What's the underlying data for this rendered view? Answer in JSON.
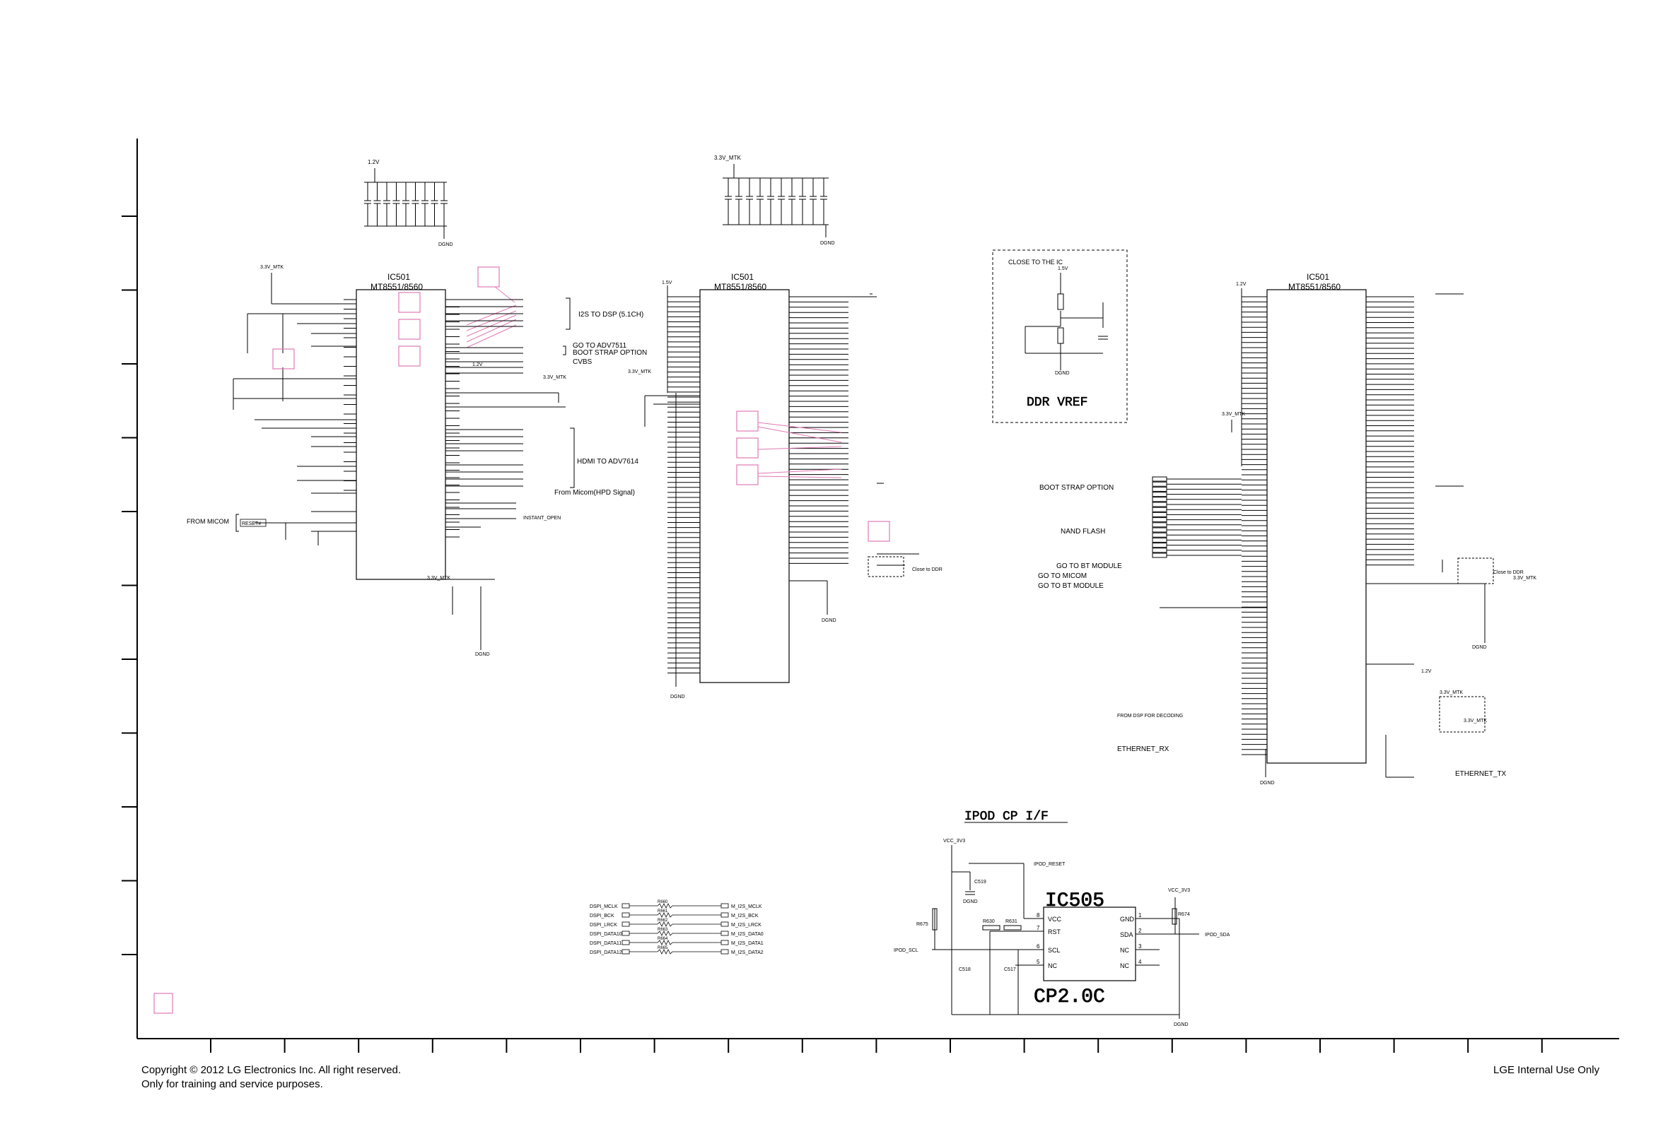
{
  "title_blocks": {
    "ic501_a": {
      "ref": "IC501",
      "part": "MT8551/8560"
    },
    "ic501_b": {
      "ref": "IC501",
      "part": "MT8551/8560"
    },
    "ic501_c": {
      "ref": "IC501",
      "part": "MT8551/8560"
    },
    "ic505": {
      "ref": "IC505",
      "sub": "CP2.0C"
    }
  },
  "rails": {
    "v12": "1.2V",
    "v33_mtk": "3.3V_MTK",
    "v15": "1.5V",
    "dgnd": "DGND",
    "vcc_3v3": "VCC_3V3"
  },
  "labels": {
    "i2s_to_dsp": "I2S TO DSP (5.1CH)",
    "go_to_adv7511": "GO TO ADV7511",
    "boot_strap_option_1": "BOOT STRAP OPTION",
    "cvbs": "CVBS",
    "hdmi_to_adv": "HDMI TO ADV7614",
    "from_micom_hpd": "From Micom(HPD Signal)",
    "from_micom": "FROM MICOM",
    "reset": "RESET#",
    "close_to_ic": "CLOSE TO THE IC",
    "ddr_vref": "DDR VREF",
    "boot_strap_option_2": "BOOT STRAP OPTION",
    "nand_flash": "NAND FLASH",
    "go_to_bt_module_1": "GO TO BT MODULE",
    "go_to_micom": "GO TO MICOM",
    "go_to_bt_module_2": "GO TO BT MODULE",
    "from_dsp_decoding": "FROM DSP FOR DECODING",
    "ethernet_rx": "ETHERNET_RX",
    "ethernet_tx": "ETHERNET_TX",
    "close_to_ddr_1": "Close to DDR",
    "close_to_ddr_2": "Close to DDR",
    "ipod_cp_if": "IPOD CP I/F",
    "ipod_reset": "IPOD_RESET",
    "ipod_sda": "IPOD_SDA",
    "ipod_scl": "IPOD_SCL",
    "instant_open": "INSTANT_OPEN",
    "ic505_pins": [
      "VCC",
      "RST",
      "SCL",
      "NC",
      "GND",
      "SDA",
      "NC",
      "NC"
    ],
    "ic505_pin_numbers": [
      "8",
      "7",
      "6",
      "5",
      "1",
      "2",
      "3",
      "4"
    ],
    "dsp_nets": [
      "DSPI_MCLK",
      "DSPI_BCK",
      "DSPI_LRCK",
      "DSPI_DATA10",
      "DSPI_DATA11",
      "DSPI_DATA12"
    ],
    "dsp_resistors": [
      "R660",
      "R661",
      "R662",
      "R663",
      "R664",
      "R665"
    ],
    "dsp_outputs": [
      "M_I2S_MCLK",
      "M_I2S_BCK",
      "M_I2S_LRCK",
      "M_I2S_DATA0",
      "M_I2S_DATA1",
      "M_I2S_DATA2"
    ],
    "ipod_parts": [
      "C519",
      "R675",
      "R630",
      "R631",
      "C518",
      "C517",
      "R674"
    ]
  },
  "footer": {
    "copyright": "Copyright © 2012 LG Electronics Inc. All right reserved.",
    "training": "Only for training and service purposes.",
    "internal": "LGE Internal Use Only"
  }
}
